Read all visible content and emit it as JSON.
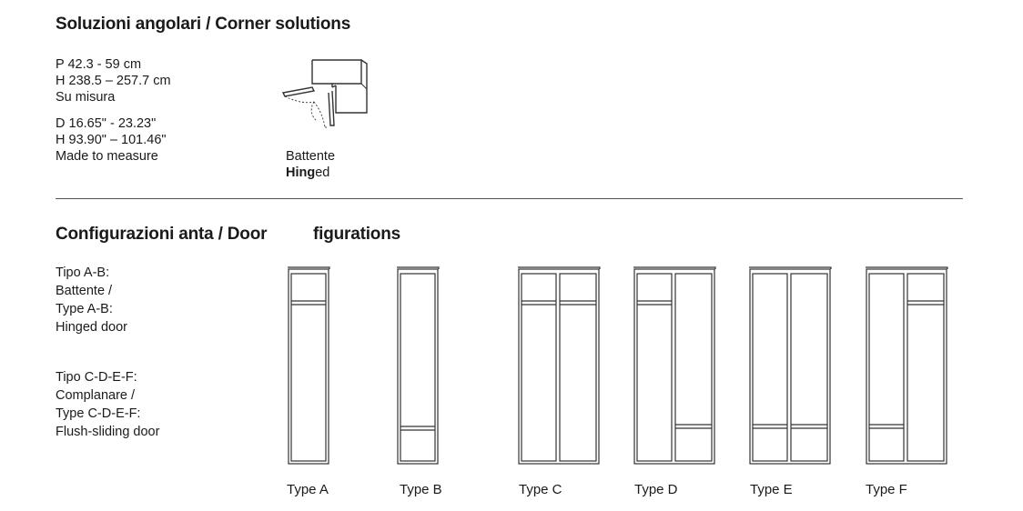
{
  "corner": {
    "title": "Soluzioni angolari / Corner solutions",
    "specs_metric": [
      "P 42.3 - 59 cm",
      "H 238.5 – 257.7 cm",
      "Su misura"
    ],
    "specs_imperial": [
      "D 16.65\" - 23.23\"",
      "H 93.90\" – 101.46\"",
      "Made to measure"
    ],
    "diagram_label_it": "Battente",
    "diagram_label_en_bold": "Hing",
    "diagram_label_en_rest": "ed"
  },
  "config": {
    "title_part1": "Configurazioni anta / Door",
    "title_part2": "figurations",
    "group1": [
      "Tipo A-B:",
      "Battente /",
      "Type A-B:",
      "Hinged door"
    ],
    "group2": [
      "Tipo C-D-E-F:",
      "Complanare /",
      "Type C-D-E-F:",
      "Flush-sliding door"
    ],
    "types": [
      "Type A",
      "Type B",
      "Type C",
      "Type D",
      "Type E",
      "Type F"
    ]
  },
  "colors": {
    "line": "#333333",
    "divider": "#555555"
  }
}
